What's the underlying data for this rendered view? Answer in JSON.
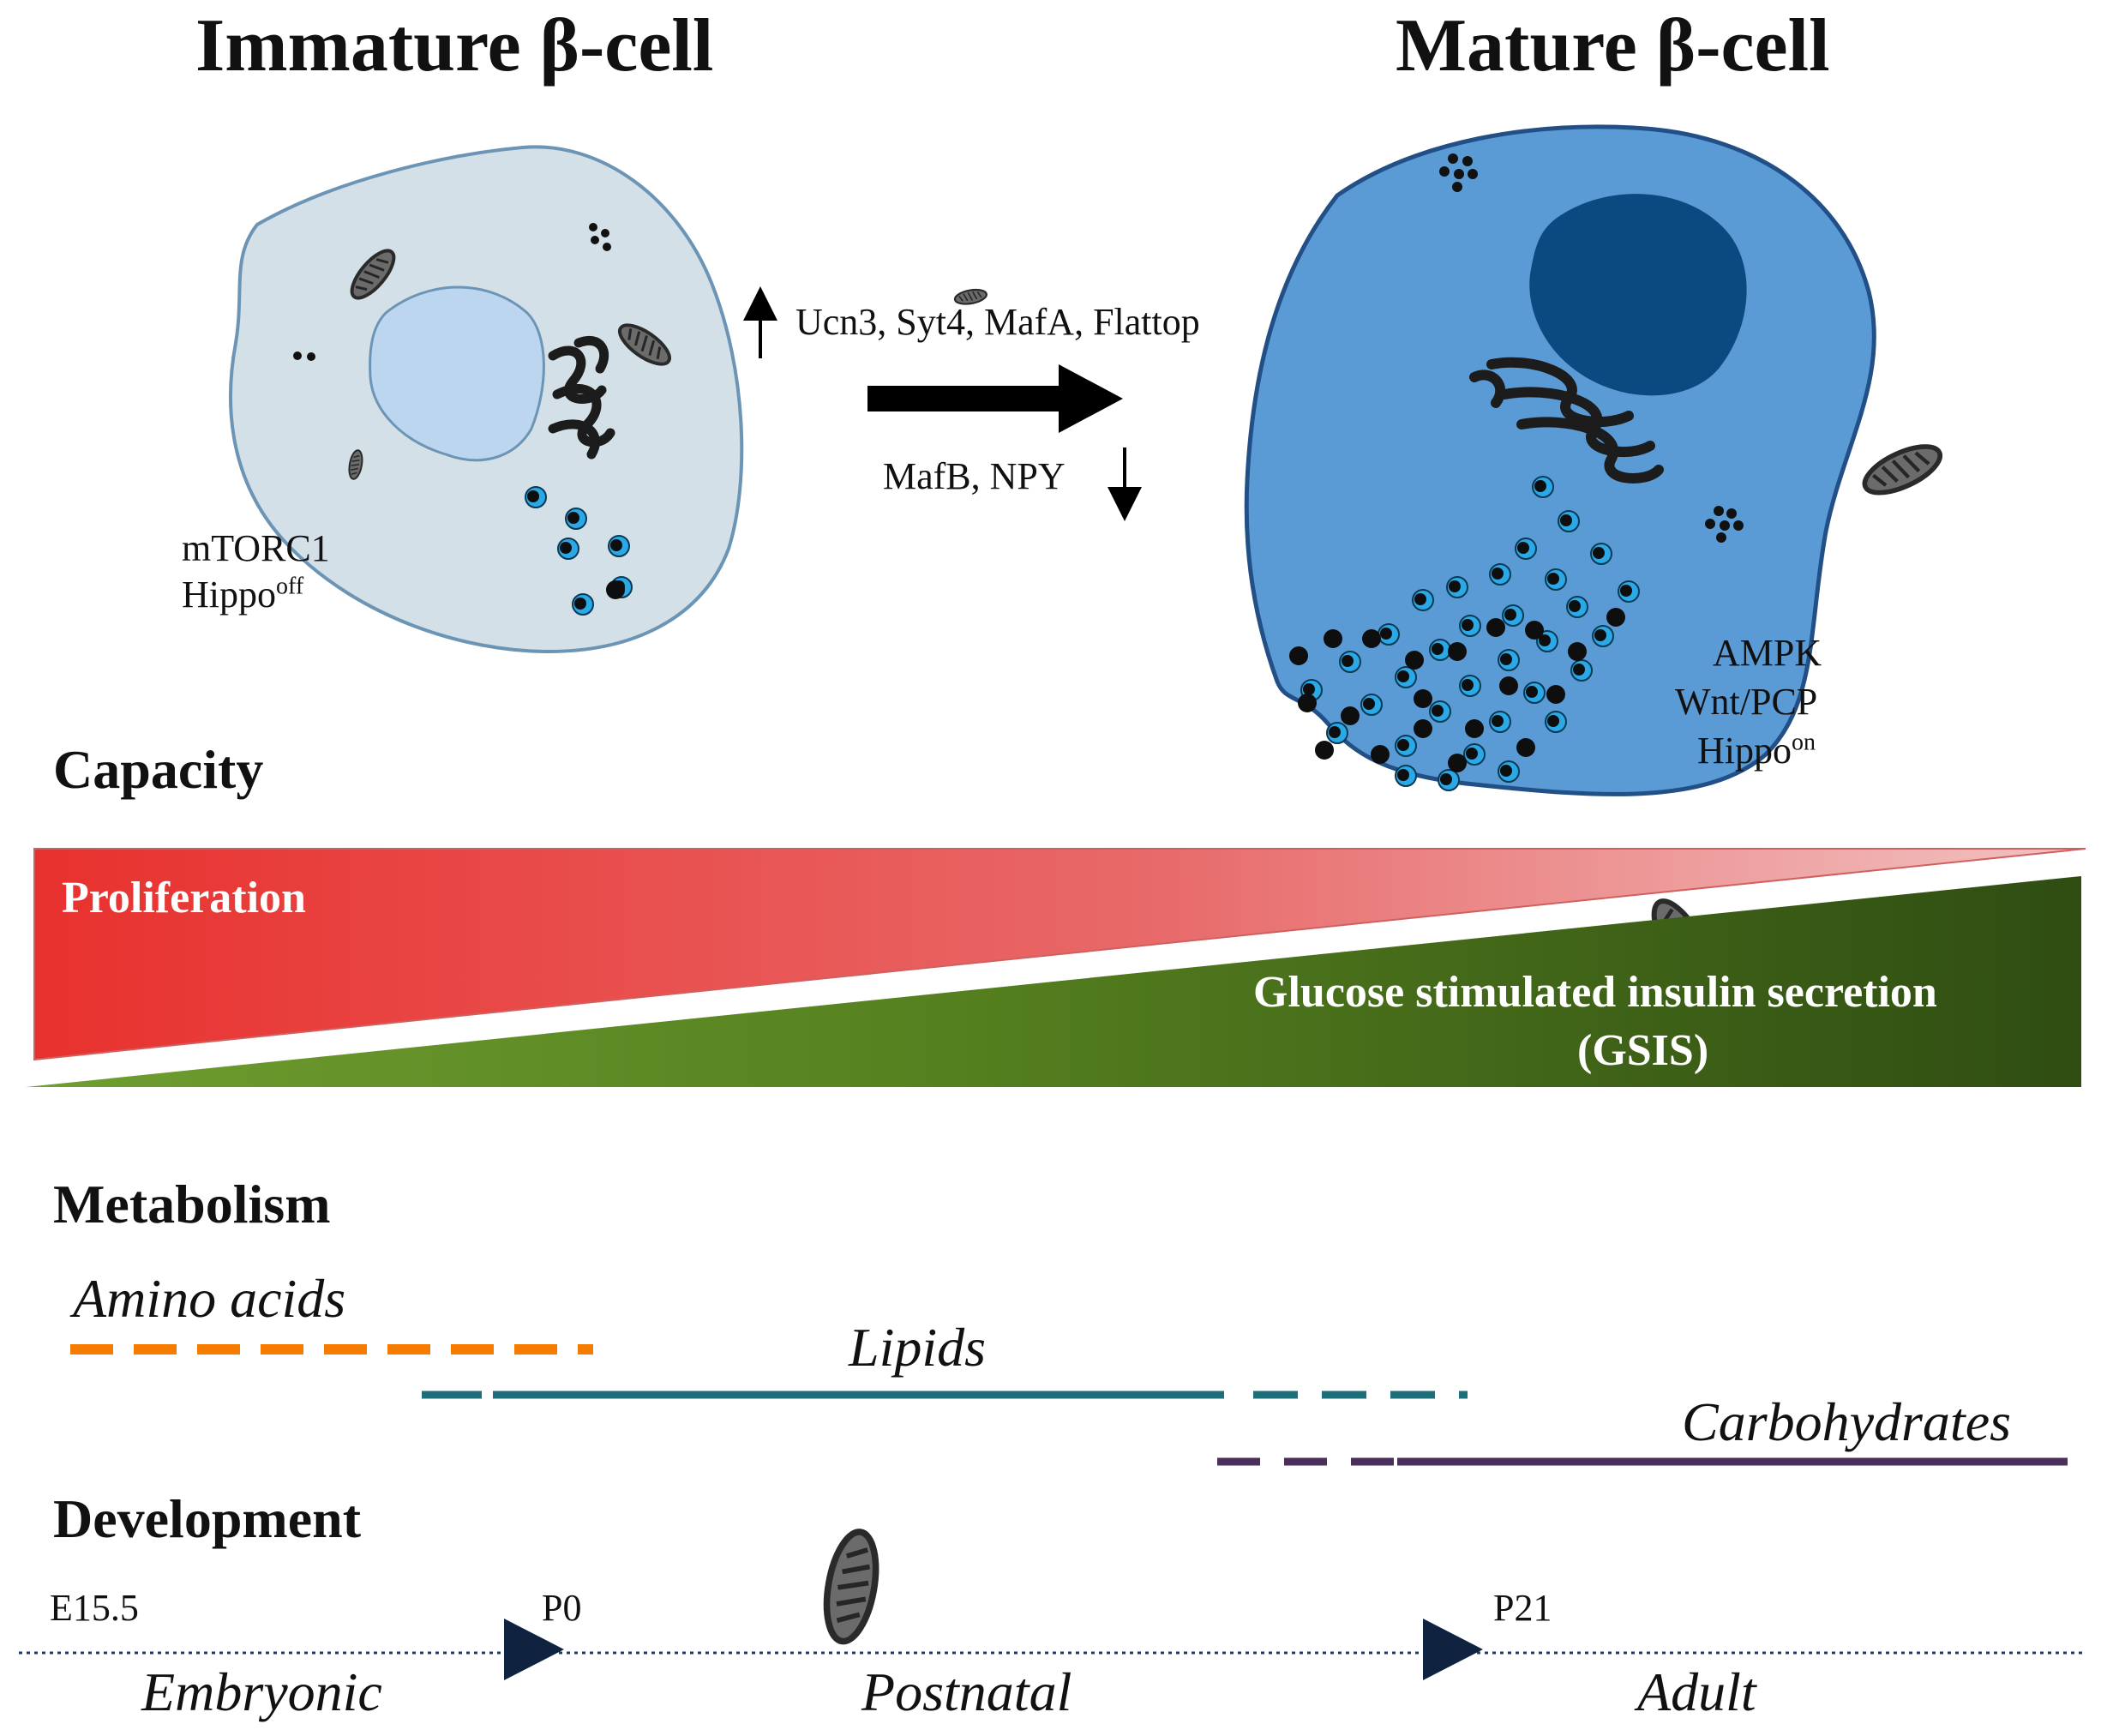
{
  "titles": {
    "immature": "Immature β-cell",
    "mature": "Mature β-cell"
  },
  "transition": {
    "up_genes": "Ucn3, Syt4, MafA, Flattop",
    "down_genes": "MafB, NPY"
  },
  "immature_signals": {
    "line1": "mTORC1",
    "hippo_base": "Hippo",
    "hippo_sup": "off"
  },
  "mature_signals": {
    "line1": "AMPK",
    "line2": "Wnt/PCP",
    "hippo_base": "Hippo",
    "hippo_sup": "on"
  },
  "capacity": {
    "heading": "Capacity",
    "proliferation": "Proliferation",
    "gsis_line1": "Glucose stimulated insulin secretion",
    "gsis_line2": "(GSIS)"
  },
  "metabolism": {
    "heading": "Metabolism",
    "amino_acids": "Amino acids",
    "lipids": "Lipids",
    "carbohydrates": "Carbohydrates"
  },
  "development": {
    "heading": "Development",
    "e15_5": "E15.5",
    "p0": "P0",
    "p21": "P21",
    "embryonic": "Embryonic",
    "postnatal": "Postnatal",
    "adult": "Adult"
  },
  "colors": {
    "immature_cell": "#d3e0e8",
    "immature_nucleus": "#bcd6ef",
    "mature_cell": "#5b9bd5",
    "mature_nucleus": "#0b4a80",
    "proliferation_red": "#e53935",
    "gsis_green": "#3f5f1b",
    "amino_orange": "#f57c00",
    "lipids_teal": "#1f6f7a",
    "carb_purple": "#4a2f5c",
    "timeline_navy": "#0f2340"
  }
}
